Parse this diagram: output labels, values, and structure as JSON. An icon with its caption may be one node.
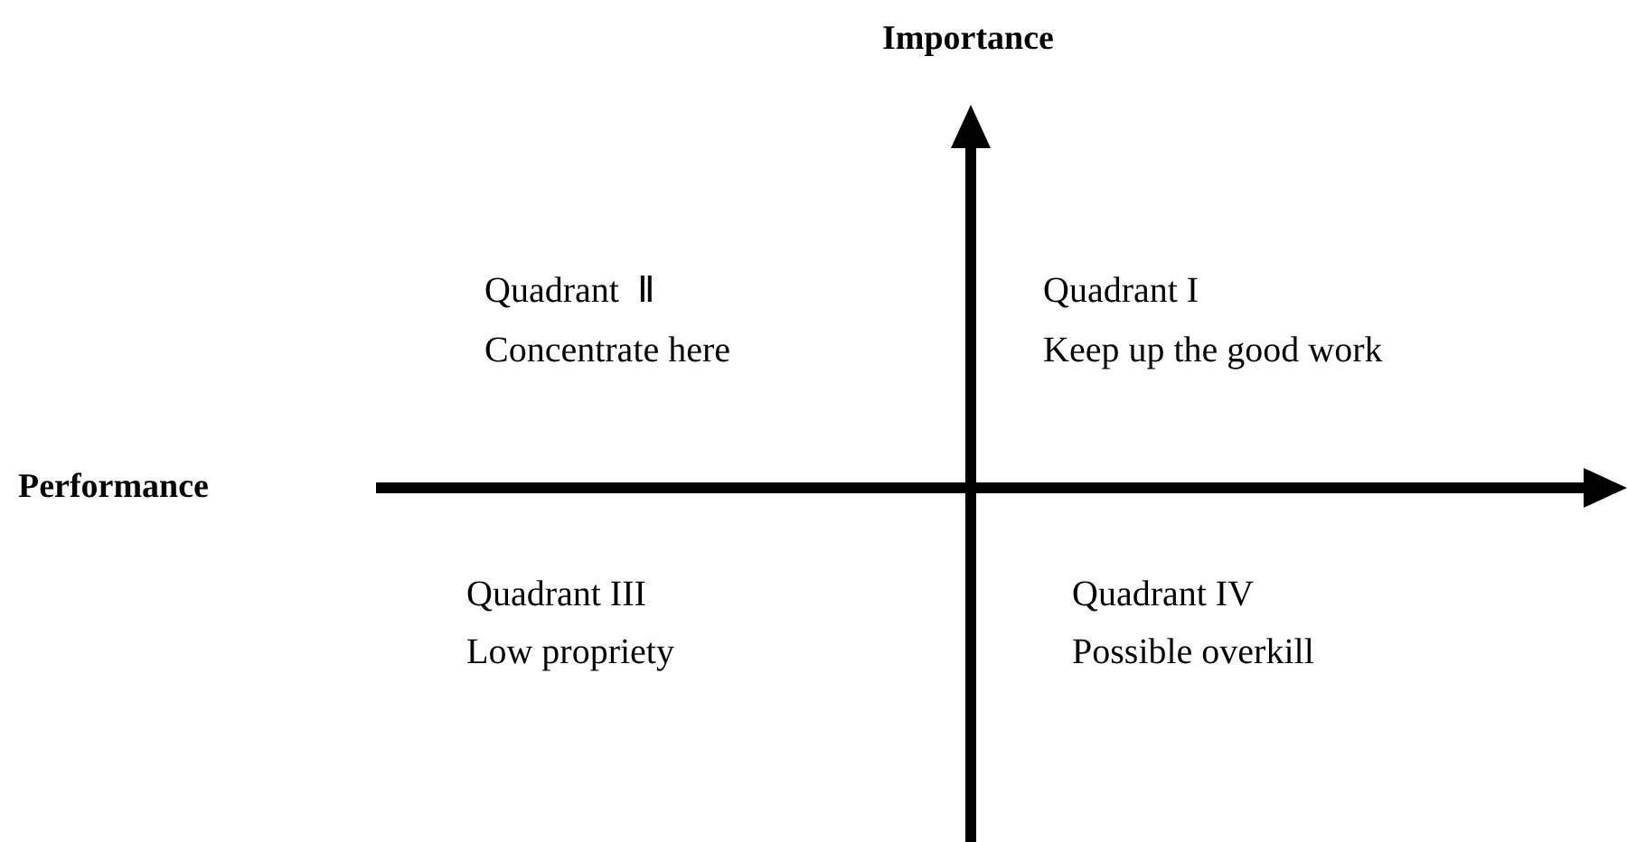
{
  "diagram": {
    "labels": [
      "Importance",
      "Quadrant  Ⅱ",
      "Concentrate here",
      "Quadrant I",
      "Keep up the good work",
      "Performance",
      "Quadrant III",
      "Low propriety",
      "Quadrant IV",
      "Possible overkill"
    ]
  }
}
